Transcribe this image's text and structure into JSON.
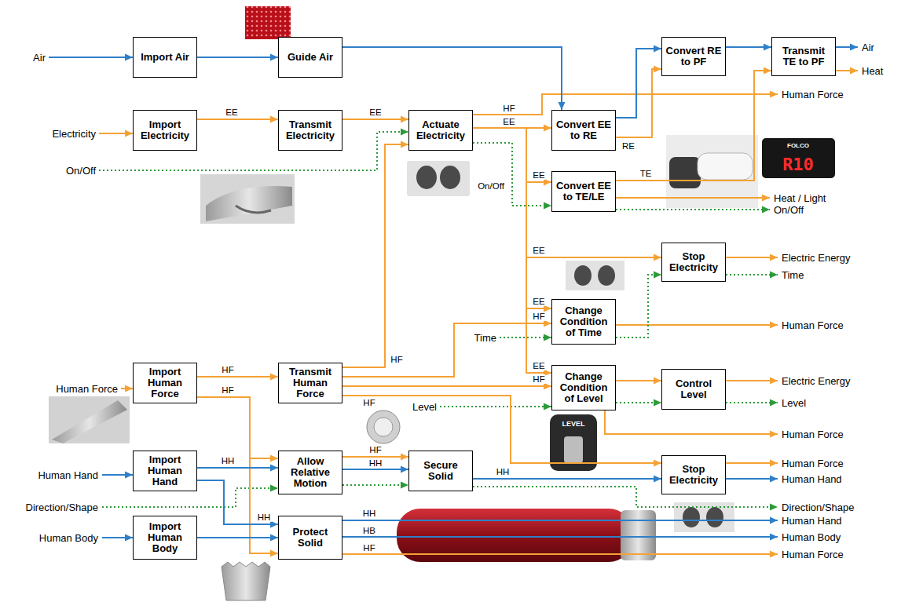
{
  "diagram": {
    "nodes": [
      {
        "text": [
          "Import Air"
        ]
      },
      {
        "text": [
          "Guide Air"
        ]
      },
      {
        "text": [
          "Convert RE to PF"
        ]
      },
      {
        "text": [
          "Transmit TE to PF"
        ]
      },
      {
        "text": [
          "Import Electricity"
        ]
      },
      {
        "text": [
          "Transmit Electricity"
        ]
      },
      {
        "text": [
          "Actuate Electricity"
        ]
      },
      {
        "text": [
          "Convert EE to RE"
        ]
      },
      {
        "text": [
          "Convert EE to TE/LE"
        ]
      },
      {
        "text": [
          "Stop Electricity"
        ]
      },
      {
        "text": [
          "Change Condition of Time"
        ]
      },
      {
        "text": [
          "Import Human Force"
        ]
      },
      {
        "text": [
          "Transmit Human Force"
        ]
      },
      {
        "text": [
          "Change Condition of Level"
        ]
      },
      {
        "text": [
          "Control Level"
        ]
      },
      {
        "text": [
          "Import Human Hand"
        ]
      },
      {
        "text": [
          "Allow Relative Motion"
        ]
      },
      {
        "text": [
          "Secure Solid"
        ]
      },
      {
        "text": [
          "Stop Electricity"
        ]
      },
      {
        "text": [
          "Import Human Body"
        ]
      },
      {
        "text": [
          "Protect Solid"
        ]
      }
    ],
    "edges": [
      {
        "from": 0,
        "to": 1,
        "arrow": "to"
      },
      {
        "from": 1,
        "to": 7,
        "arrow": "to"
      },
      {
        "from": 7,
        "to": 2,
        "arrow": "to"
      },
      {
        "from": 7,
        "to": 2,
        "label": "RE",
        "arrow": "to"
      },
      {
        "from": 2,
        "to": 3,
        "arrow": "to"
      },
      {
        "from": 8,
        "to": 3,
        "label": "TE",
        "arrow": "to"
      },
      {
        "from": 4,
        "to": 5,
        "label": "EE",
        "arrow": "to"
      },
      {
        "from": 5,
        "to": 6,
        "label": "EE",
        "arrow": "to"
      },
      {
        "from": 6,
        "to": 7,
        "label": "EE",
        "arrow": "to"
      },
      {
        "from": 6,
        "to": 8,
        "label": "EE",
        "arrow": "to"
      },
      {
        "from": 6,
        "to": 8,
        "label": "On/Off",
        "arrow": "to"
      },
      {
        "from": 6,
        "to": 9,
        "label": "EE",
        "arrow": "to"
      },
      {
        "from": 6,
        "to": 10,
        "label": "EE",
        "arrow": "to"
      },
      {
        "from": 6,
        "to": 13,
        "label": "EE",
        "arrow": "to"
      },
      {
        "from": 10,
        "to": 9,
        "arrow": "to"
      },
      {
        "from": 13,
        "to": 14,
        "arrow": "to"
      },
      {
        "from": 13,
        "to": 14,
        "arrow": "to"
      },
      {
        "from": 11,
        "to": 12,
        "label": "HF",
        "arrow": "to"
      },
      {
        "from": 11,
        "to": 16,
        "label": "HF",
        "arrow": "to"
      },
      {
        "from": 11,
        "to": 20,
        "arrow": "to"
      },
      {
        "from": 12,
        "to": 6,
        "label": "HF",
        "arrow": "to"
      },
      {
        "from": 12,
        "to": 10,
        "label": "HF",
        "arrow": "to"
      },
      {
        "from": 12,
        "to": 13,
        "label": "HF",
        "arrow": "to"
      },
      {
        "from": 12,
        "to": 18,
        "label": "HF",
        "arrow": "to"
      },
      {
        "from": 15,
        "to": 16,
        "label": "HH",
        "arrow": "to"
      },
      {
        "from": 15,
        "to": 20,
        "label": "HH",
        "arrow": "to"
      },
      {
        "from": 16,
        "to": 17,
        "label": "HF",
        "arrow": "to"
      },
      {
        "from": 16,
        "to": 17,
        "label": "HH",
        "arrow": "to"
      },
      {
        "from": 16,
        "to": 17,
        "arrow": "to"
      },
      {
        "from": 17,
        "to": 18,
        "label": "HH",
        "arrow": "to"
      },
      {
        "from": 19,
        "to": 20,
        "arrow": "to"
      }
    ],
    "labels": [
      "Air",
      "Electricity",
      "On/Off",
      "Human Force",
      "Human Hand",
      "Direction/Shape",
      "Human Body",
      "Air",
      "Heat",
      "Human Force",
      "Heat / Light",
      "On/Off",
      "Electric Energy",
      "Time",
      "Human Force",
      "Electric Energy",
      "Level",
      "Human Force",
      "Human Force",
      "Human Hand",
      "Direction/Shape",
      "Human Hand",
      "Human Body",
      "Human Force",
      "HF",
      "Time",
      "Level",
      "HH",
      "HB",
      "HF",
      "R10",
      "FOLCO",
      "LEVEL"
    ]
  }
}
